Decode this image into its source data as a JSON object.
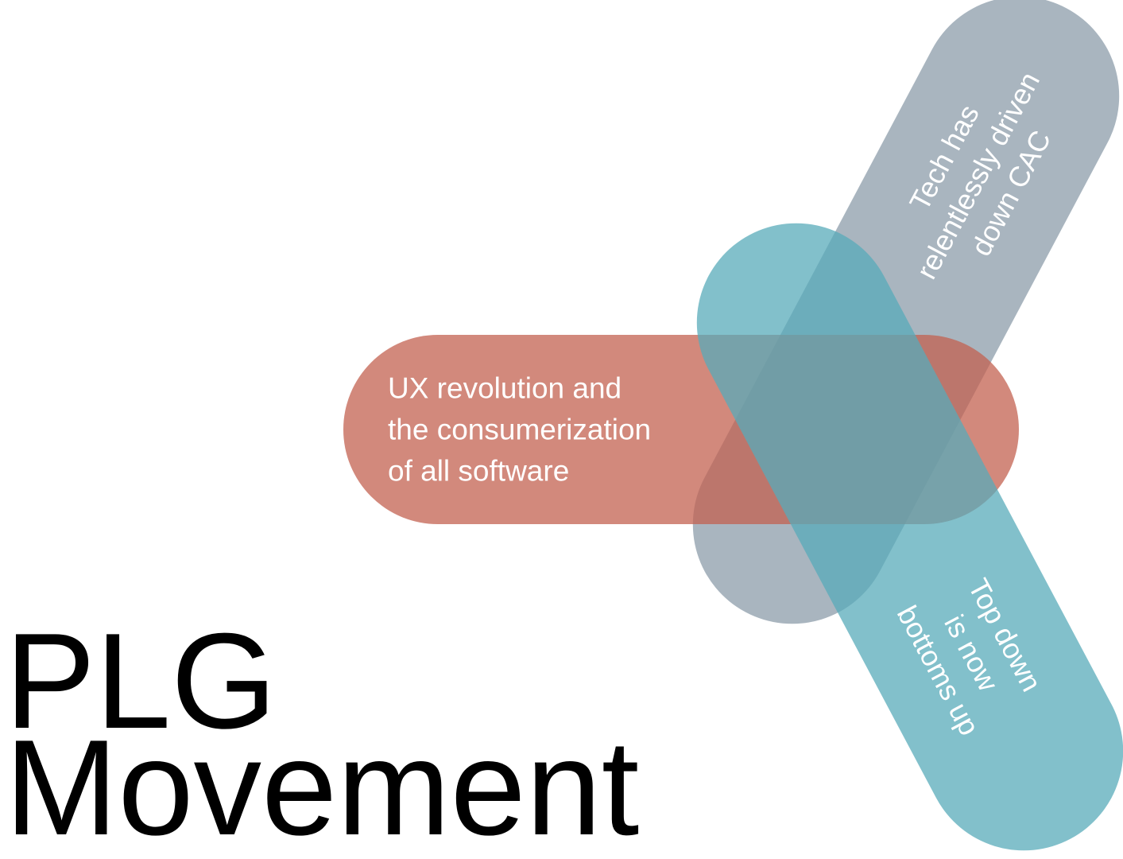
{
  "slide": {
    "background_color": "#FFFFFF",
    "title": "PLG\nMovement",
    "title_color": "#000000"
  },
  "pills": [
    {
      "id": "ux-consumerization",
      "label": "UX revolution and\nthe consumerization\nof all software",
      "fill_color": "#D0897C",
      "text_color": "#FFFFFF",
      "orientation": "horizontal"
    },
    {
      "id": "tech-cac",
      "label": "Tech has\nrelentlessly driven\ndown CAC",
      "fill_color": "#A9B5BF",
      "text_color": "#FFFFFF",
      "orientation": "diagonal-rising"
    },
    {
      "id": "top-down-bottoms-up",
      "label": "Top down\nis now\nbottoms up",
      "fill_color": "#82C0CB",
      "text_color": "#FFFFFF",
      "orientation": "diagonal-descending"
    }
  ]
}
